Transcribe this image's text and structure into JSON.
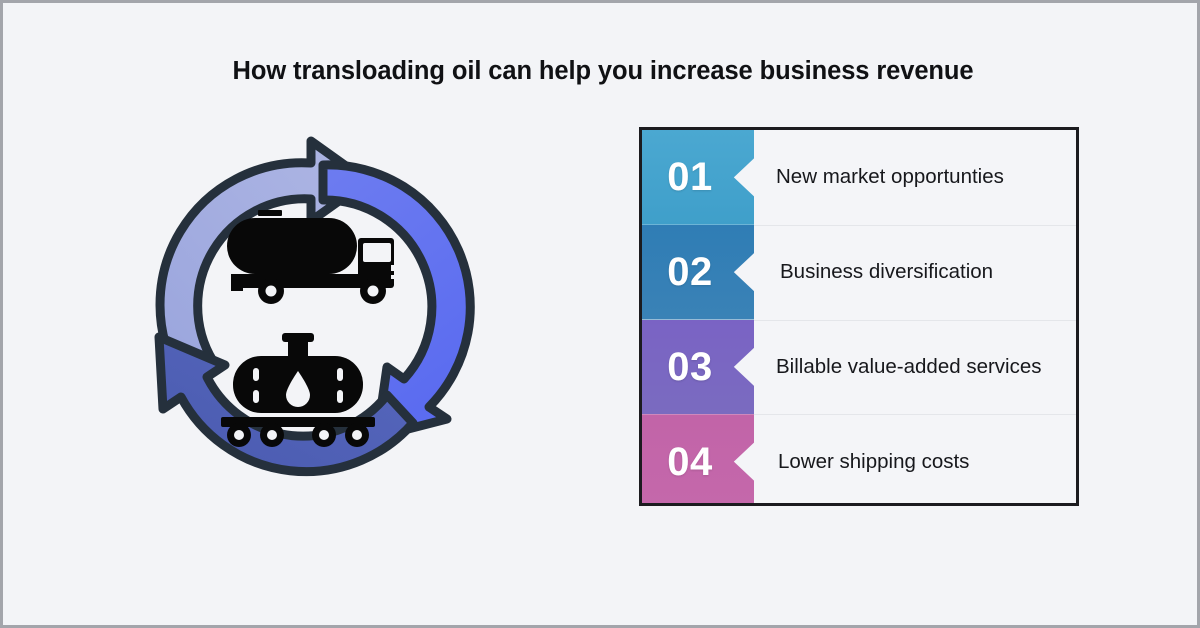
{
  "page": {
    "title": "How transloading oil can help you increase business revenue",
    "background_color": "#f3f4f7",
    "frame_border_color": "#a3a5ab"
  },
  "diagram": {
    "name": "transloading-cycle",
    "description": "Circular cycle of three arrows surrounding a tanker truck and a rail tank car",
    "outline_color": "#25303c",
    "icons": [
      {
        "name": "tanker-truck-icon",
        "color": "#080808"
      },
      {
        "name": "rail-tank-car-icon",
        "color": "#080808"
      }
    ],
    "arrows": [
      {
        "name": "arrow-top-right",
        "color_start": "#a7b0e0",
        "color_end": "#9aa5dd"
      },
      {
        "name": "arrow-right-down",
        "color_start": "#6b7bef",
        "color_end": "#5d6ef1"
      },
      {
        "name": "arrow-bottom-left",
        "color_start": "#4a5bb2",
        "color_end": "#5a68bd"
      }
    ]
  },
  "list": {
    "border_color": "#1b1b1f",
    "background": "#f4f5f8",
    "items": [
      {
        "number": "01",
        "label": "New market opportunties",
        "color_top": "#4ba8d1",
        "color_bottom": "#3f9fca"
      },
      {
        "number": "02",
        "label": "Business diversification",
        "color_top": "#2f7db5",
        "color_bottom": "#3a82b6"
      },
      {
        "number": "03",
        "label": "Billable value-added services",
        "color_top": "#7a63c4",
        "color_bottom": "#7a6bc0"
      },
      {
        "number": "04",
        "label": "Lower shipping costs",
        "color_top": "#c264a8",
        "color_bottom": "#c468ab"
      }
    ]
  }
}
